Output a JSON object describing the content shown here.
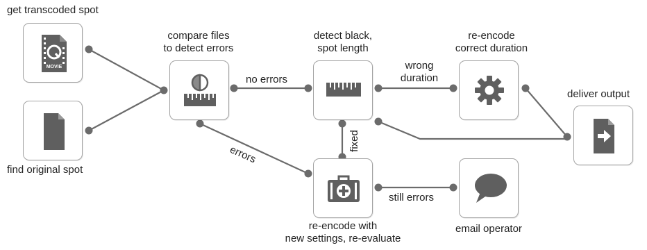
{
  "nodes": {
    "transcoded": {
      "label": "get transcoded spot",
      "icon": "movie-file-icon",
      "icon_text": "MOVIE"
    },
    "original": {
      "label": "find original spot",
      "icon": "document-icon"
    },
    "compare": {
      "label_lines": [
        "compare files",
        "to detect errors"
      ],
      "icon": "ruler-compare-icon"
    },
    "detect": {
      "label_lines": [
        "detect black,",
        "spot length"
      ],
      "icon": "ruler-icon"
    },
    "reencode_duration": {
      "label_lines": [
        "re-encode",
        "correct duration"
      ],
      "icon": "gear-icon"
    },
    "deliver": {
      "label": "deliver output",
      "icon": "export-file-icon"
    },
    "reencode_settings": {
      "label_lines": [
        "re-encode with",
        "new settings, re-evaluate"
      ],
      "icon": "first-aid-kit-icon"
    },
    "email": {
      "label": "email operator",
      "icon": "speech-bubble-icon"
    }
  },
  "edges": {
    "no_errors": "no errors",
    "wrong_duration_lines": [
      "wrong",
      "duration"
    ],
    "errors": "errors",
    "fixed": "fixed",
    "still_errors": "still errors"
  },
  "colors": {
    "line": "#6b6b6b",
    "icon": "#5f5f5f",
    "border": "#a3a3a3"
  }
}
